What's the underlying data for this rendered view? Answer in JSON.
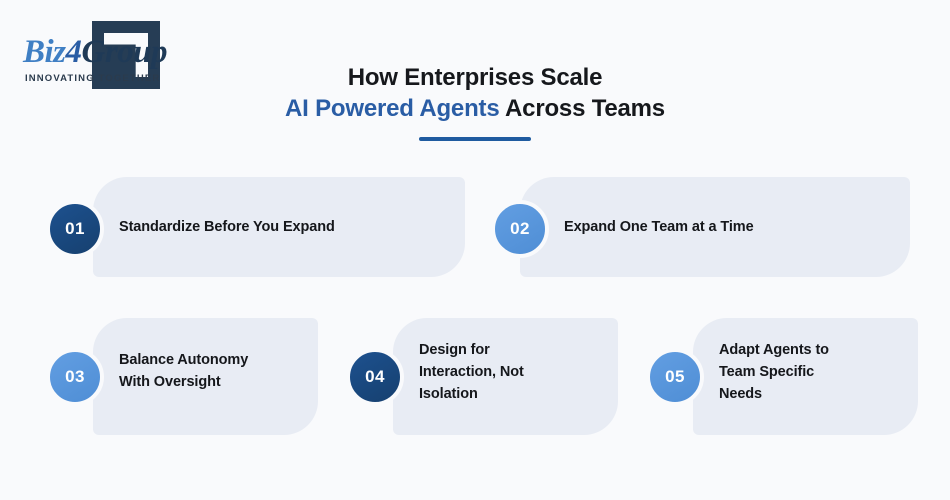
{
  "colors": {
    "page_background": "#f9fafc",
    "card_background": "#e8ecf4",
    "accent_blue": "#2a5da5",
    "badge_dark": "#1d518f",
    "badge_light": "#629ee2",
    "rule": "#1f5ba0",
    "heading_text": "#16181c"
  },
  "logo": {
    "name_part1": "Biz",
    "name_part2": "4",
    "name_part3": "Group",
    "tagline": "INNOVATING TOGETHER",
    "mark": "bracket-square-icon"
  },
  "heading": {
    "line1": "How Enterprises Scale",
    "line2_accent": "AI Powered Agents",
    "line2_rest": " Across Teams"
  },
  "cards": [
    {
      "number": "01",
      "title": "Standardize Before You Expand",
      "badge_style": "dark"
    },
    {
      "number": "02",
      "title": "Expand One Team at a Time",
      "badge_style": "light"
    },
    {
      "number": "03",
      "title": "Balance Autonomy\nWith Oversight",
      "badge_style": "light"
    },
    {
      "number": "04",
      "title": "Design for\nInteraction, Not\nIsolation",
      "badge_style": "dark"
    },
    {
      "number": "05",
      "title": "Adapt Agents to\nTeam Specific\nNeeds",
      "badge_style": "light"
    }
  ]
}
